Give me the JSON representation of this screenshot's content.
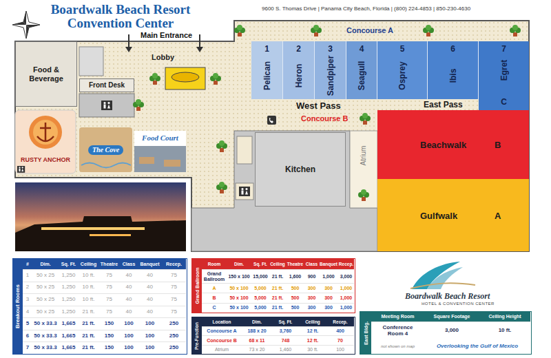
{
  "diagram": {
    "title": "Boardwalk Beach Resort Convention Center",
    "nodes": [
      {
        "text": [
          "Food & Beverage"
        ]
      },
      {
        "text": [
          "Front Desk"
        ]
      },
      {
        "text": [
          "RUSTY ANCHOR"
        ]
      },
      {
        "text": [
          "The Cove"
        ]
      },
      {
        "text": [
          "Food Court"
        ]
      },
      {
        "text": [
          "1",
          "Pelican"
        ]
      },
      {
        "text": [
          "2",
          "Heron"
        ]
      },
      {
        "text": [
          "3",
          "Sandpiper"
        ]
      },
      {
        "text": [
          "4",
          "Seagull"
        ]
      },
      {
        "text": [
          "5",
          "Osprey"
        ]
      },
      {
        "text": [
          "6",
          "Ibis"
        ]
      },
      {
        "text": [
          "7",
          "Egret",
          "C"
        ]
      },
      {
        "text": [
          "Beachwalk",
          "B"
        ]
      },
      {
        "text": [
          "Gulfwalk",
          "A"
        ]
      },
      {
        "text": [
          "Kitchen"
        ]
      },
      {
        "text": [
          "Breakout Rooms",
          "#",
          "Dim.",
          "Sq. Ft.",
          "Ceiling",
          "Theatre",
          "Class",
          "Banquet",
          "Recep.",
          "1",
          "50 x 25",
          "1,250",
          "10 ft.",
          "75",
          "40",
          "40",
          "75",
          "2",
          "50 x 25",
          "1,250",
          "10 ft.",
          "75",
          "40",
          "40",
          "75",
          "3",
          "50 x 25",
          "1,250",
          "10 ft.",
          "75",
          "40",
          "40",
          "75",
          "4",
          "50 x 25",
          "1,250",
          "21 ft.",
          "75",
          "40",
          "40",
          "75",
          "5",
          "50 x 33.3",
          "1,665",
          "21 ft.",
          "150",
          "100",
          "100",
          "250",
          "6",
          "50 x 33.3",
          "1,665",
          "21 ft.",
          "150",
          "100",
          "100",
          "250",
          "7",
          "50 x 33.3",
          "1,665",
          "21 ft.",
          "150",
          "100",
          "100",
          "250"
        ]
      },
      {
        "text": [
          "Grand Ballroom",
          "Room",
          "Dim.",
          "Sq. Ft.",
          "Ceiling",
          "Theatre",
          "Class",
          "Banquet",
          "Recep.",
          "Grand Ballroom",
          "150 x 100",
          "15,000",
          "21 ft.",
          "1,600",
          "900",
          "1,000",
          "3,000",
          "A",
          "50 x 100",
          "5,000",
          "21 ft.",
          "500",
          "300",
          "300",
          "1,000",
          "B",
          "50 x 100",
          "5,000",
          "21 ft.",
          "500",
          "300",
          "300",
          "1,000",
          "C",
          "50 x 100",
          "5,000",
          "21 ft.",
          "500",
          "300",
          "300",
          "1,000"
        ]
      },
      {
        "text": [
          "Pre-Function",
          "Location",
          "Dim.",
          "Sq. Ft.",
          "Ceiling",
          "Recep.",
          "Concourse A",
          "188 x 20",
          "3,760",
          "12 ft.",
          "400",
          "Concourse B",
          "68 x 11",
          "748",
          "12 ft.",
          "70",
          "Atrium",
          "73 x 20",
          "1,460",
          "30 ft.",
          "100"
        ]
      },
      {
        "text": [
          "East Bldg.",
          "Meeting Room",
          "Square Footage",
          "Ceiling Height",
          "Conference Room 4",
          "3,000",
          "10 ft.",
          "not shown on map",
          "Overlooking the Gulf of Mexico"
        ]
      }
    ],
    "labels": [
      "9600 S. Thomas Drive | Panama City Beach, Florida | (800) 224-4853 | 850-230-4630",
      "Main Entrance",
      "Lobby",
      "Concourse A",
      "West Pass",
      "East Pass",
      "Concourse B",
      "Atrium",
      "Boardwalk Beach Resort",
      "HOTEL & CONVENTION CENTER"
    ]
  }
}
